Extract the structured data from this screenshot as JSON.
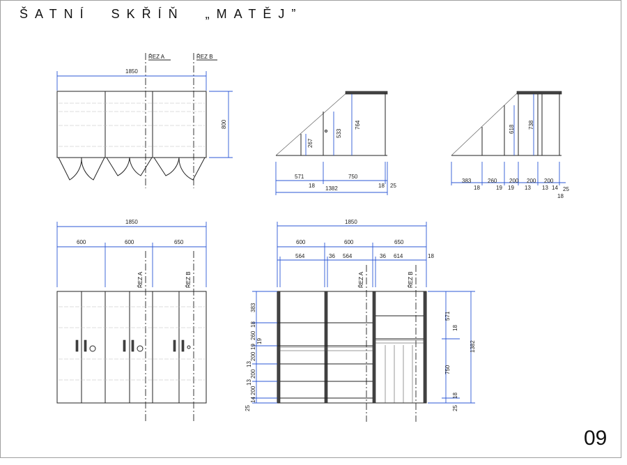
{
  "header": {
    "title": "ŠATNÍ  SKŘÍŇ  „MATĚJ”",
    "page_number": "09"
  },
  "cuts": {
    "cut_a": "ŘEZ A",
    "cut_b": "ŘEZ B"
  },
  "plan_view": {
    "width": "1850",
    "depth": "800"
  },
  "section_a": {
    "d1": "571",
    "d2": "750",
    "d3": "18",
    "d4": "18",
    "d5": "25",
    "total": "1382",
    "h1": "267",
    "h2": "533",
    "h3": "764"
  },
  "section_b": {
    "d1": "383",
    "d2": "18",
    "d3": "260",
    "d4": "19",
    "d5": "200",
    "d6": "19",
    "d7": "200",
    "d8": "13",
    "d9": "200",
    "d10": "13",
    "d11": "14",
    "d12": "25",
    "d13": "18",
    "h1": "618",
    "h2": "738"
  },
  "front_view": {
    "total": "1850",
    "w1": "600",
    "w2": "600",
    "w3": "650"
  },
  "interior_view": {
    "total": "1850",
    "w1": "600",
    "w2": "600",
    "w3": "650",
    "i1": "564",
    "i2": "36",
    "i3": "564",
    "i4": "36",
    "i5": "614",
    "i6": "18",
    "left": [
      "383",
      "18",
      "260",
      "19",
      "19",
      "200",
      "13",
      "200",
      "13",
      "200",
      "14",
      "25"
    ],
    "right": {
      "r1": "571",
      "r2": "18",
      "r3": "750",
      "r4": "18",
      "r5": "25",
      "total": "1382"
    }
  },
  "colors": {
    "dimension": "#2b57d6",
    "ink": "#222222"
  }
}
